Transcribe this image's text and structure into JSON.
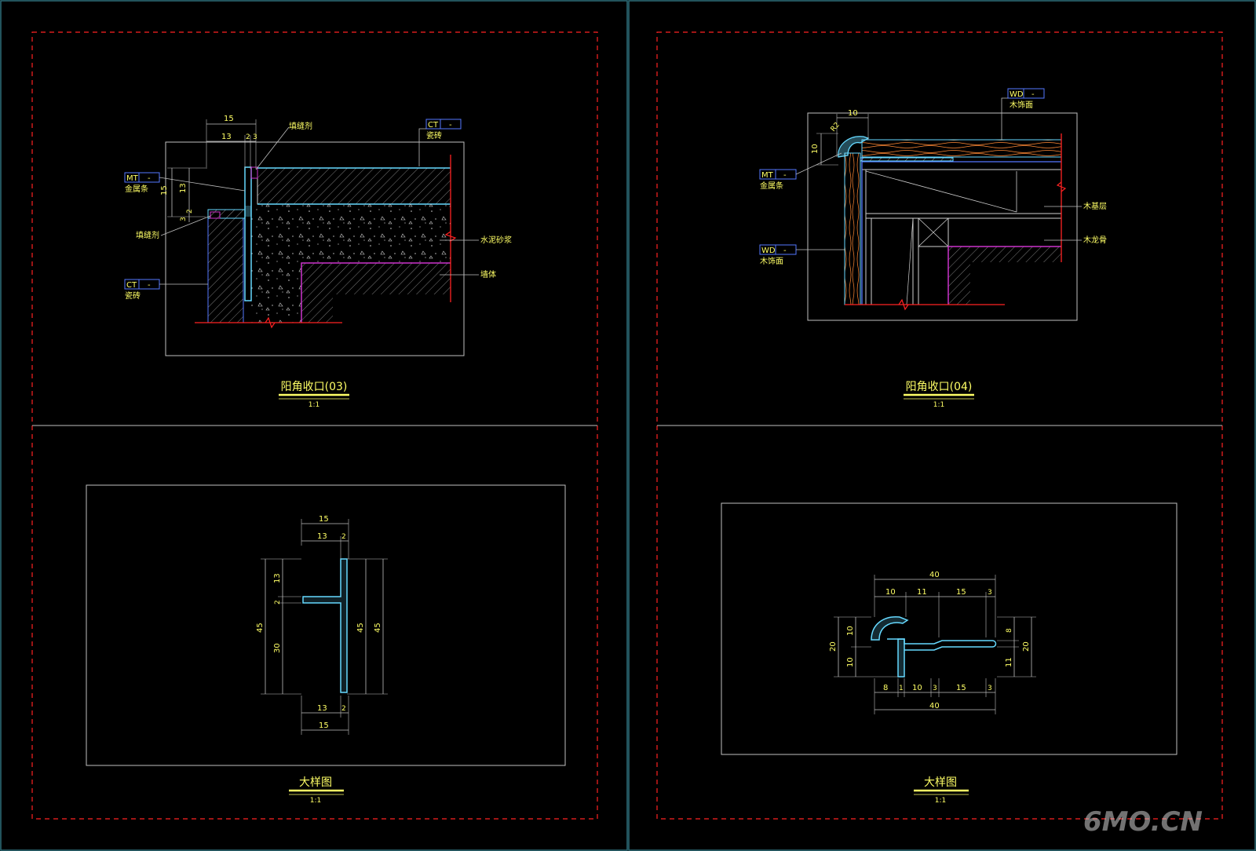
{
  "sheets": [
    {
      "title": "阳角收口(03)",
      "scale": "1:1",
      "dims": {
        "d15": "15",
        "d13": "13",
        "d2": "2",
        "d3": "3",
        "v15": "15",
        "v13": "13",
        "v3": "3",
        "v2": "2"
      },
      "tags": [
        {
          "code": "CT",
          "dash": "-",
          "label": "瓷砖"
        },
        {
          "code": "MT",
          "dash": "-",
          "label": "金属条"
        },
        {
          "code": "CT",
          "dash": "-",
          "label": "瓷砖"
        }
      ],
      "notes": {
        "filler_top": "填缝剂",
        "filler_left": "填缝剂",
        "mortar": "水泥砂浆",
        "wall": "墙体"
      }
    },
    {
      "title": "阳角收口(04)",
      "scale": "1:1",
      "dims": {
        "d10h": "10",
        "d10v": "10",
        "r2": "R2"
      },
      "tags": [
        {
          "code": "WD",
          "dash": "-",
          "label": "木饰面"
        },
        {
          "code": "MT",
          "dash": "-",
          "label": "金属条"
        },
        {
          "code": "WD",
          "dash": "-",
          "label": "木饰面"
        }
      ],
      "notes": {
        "base": "木基层",
        "keel": "木龙骨"
      }
    },
    {
      "title": "大样图",
      "scale": "1:1",
      "dims": {
        "top15": "15",
        "top13": "13",
        "top2": "2",
        "l13": "13",
        "l2": "2",
        "l30": "30",
        "l45": "45",
        "r45a": "45",
        "r45b": "45",
        "b13": "13",
        "b2": "2",
        "b15": "15"
      }
    },
    {
      "title": "大样图",
      "scale": "1:1",
      "dims": {
        "t40": "40",
        "t10": "10",
        "t11": "11",
        "t15": "15",
        "t3": "3",
        "l20": "20",
        "l10a": "10",
        "l10b": "10",
        "r8": "8",
        "r11": "11",
        "r20": "20",
        "b8": "8",
        "b1": "1",
        "b10": "10",
        "b3": "3",
        "b15": "15",
        "b3b": "3",
        "b40": "40"
      }
    }
  ],
  "watermark": "6MO.CN",
  "colors": {
    "frame": "#ff2222",
    "divider": "#bfbfbf",
    "border": "#2e6f7a",
    "cyan": "#66d9ff",
    "blue": "#5577ff",
    "yellow": "#ffff66",
    "magenta": "#cc33cc",
    "wood": "#ff8833"
  }
}
